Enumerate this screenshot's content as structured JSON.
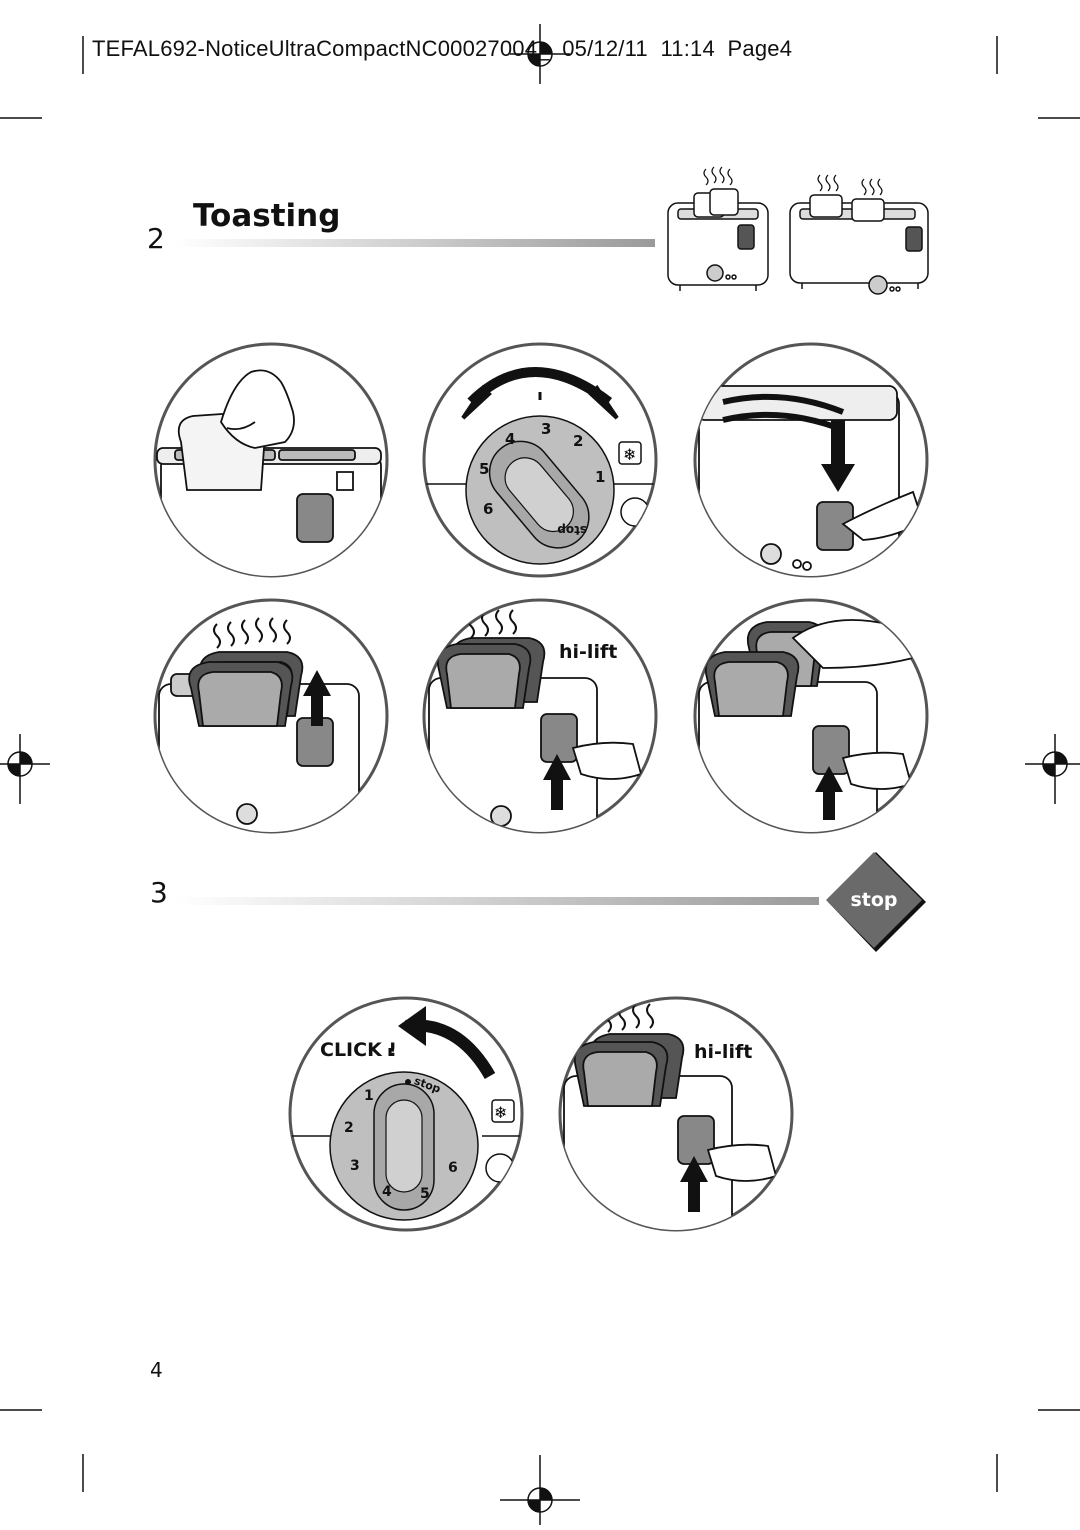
{
  "header": {
    "print_line": "TEFAL692-NoticeUltraCompactNC00027004_  05/12/11  11:14  Page4"
  },
  "section_toasting": {
    "number": "2",
    "title": "Toasting"
  },
  "section_stop": {
    "number": "3",
    "badge_label": "stop"
  },
  "dial": {
    "numbers": [
      "1",
      "2",
      "3",
      "4",
      "5",
      "6"
    ],
    "stop_label": "stop",
    "defrost_icon": "snowflake-icon"
  },
  "callouts": {
    "hi_lift_1": "hi-lift",
    "hi_lift_2": "hi-lift",
    "click": "CLICK !"
  },
  "footer": {
    "page_number": "4"
  },
  "colors": {
    "ink": "#111111",
    "grey_dark": "#5a5a5a",
    "grey_mid": "#9a9a9a",
    "grey_light": "#d9d9d9",
    "badge": "#6a6a6a"
  }
}
